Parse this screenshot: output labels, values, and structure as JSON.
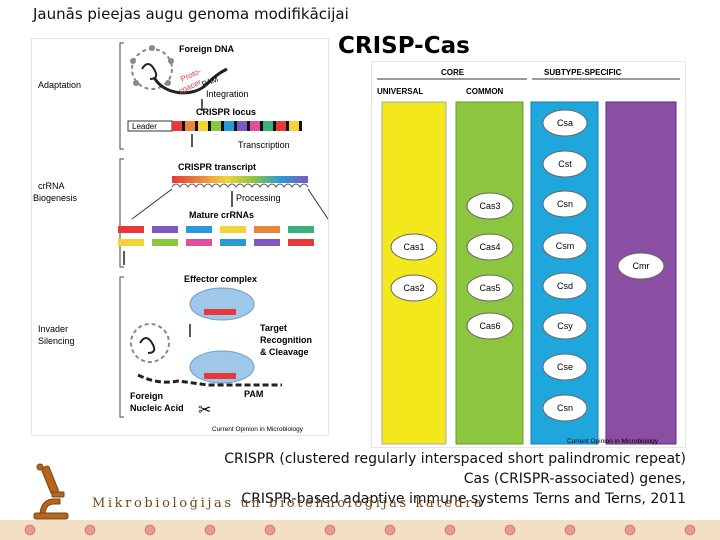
{
  "title": "Jaunās pieejas augu genoma modifikācijai",
  "heading": "CRISP-Cas",
  "left_figure": {
    "stages": {
      "adaptation": "Adaptation",
      "biogenesis_1": "crRNA",
      "biogenesis_2": "Biogenesis",
      "silencing_1": "Invader",
      "silencing_2": "Silencing"
    },
    "labels": {
      "foreign_dna": "Foreign DNA",
      "protospacer_1": "Proto-",
      "protospacer_2": "spacer",
      "pam": "PAM",
      "integration": "Integration",
      "crispr_locus": "CRISPR locus",
      "leader": "Leader",
      "transcription": "Transcription",
      "crispr_transcript": "CRISPR transcript",
      "processing": "Processing",
      "mature_crrnas": "Mature crRNAs",
      "effector_complex": "Effector complex",
      "target_1": "Target",
      "target_2": "Recognition",
      "target_3": "& Cleavage",
      "foreign_nucleic_1": "Foreign",
      "foreign_nucleic_2": "Nucleic Acid",
      "pam_2": "PAM",
      "credit": "Current Opinion in Microbiology"
    }
  },
  "right_figure": {
    "core": "CORE",
    "subtype_specific": "SUBTYPE-SPECIFIC",
    "universal": "UNIVERSAL",
    "common": "COMMON",
    "universal_genes": [
      "Cas1",
      "Cas2"
    ],
    "common_genes": [
      "Cas3",
      "Cas4",
      "Cas5",
      "Cas6"
    ],
    "subtype_genes": [
      "Csa",
      "Cst",
      "Csn",
      "Csm",
      "Csd",
      "Csy",
      "Cse",
      "Csn"
    ],
    "cmr": "Cmr",
    "credit": "Current Opinion in Microbiology",
    "colors": {
      "yellow": "#f2e81c",
      "green": "#8cc63f",
      "cyan": "#1fa6dd",
      "purple": "#8a4fa3"
    }
  },
  "captions": [
    "CRISPR (clustered regularly interspaced short palindromic repeat)",
    "Cas (CRISPR-associated) genes,",
    "CRISPR-based adaptive immune systems Terns and Terns, 2011"
  ],
  "department": "Mikrobioloģijas un biotehnoloģijas katedra"
}
